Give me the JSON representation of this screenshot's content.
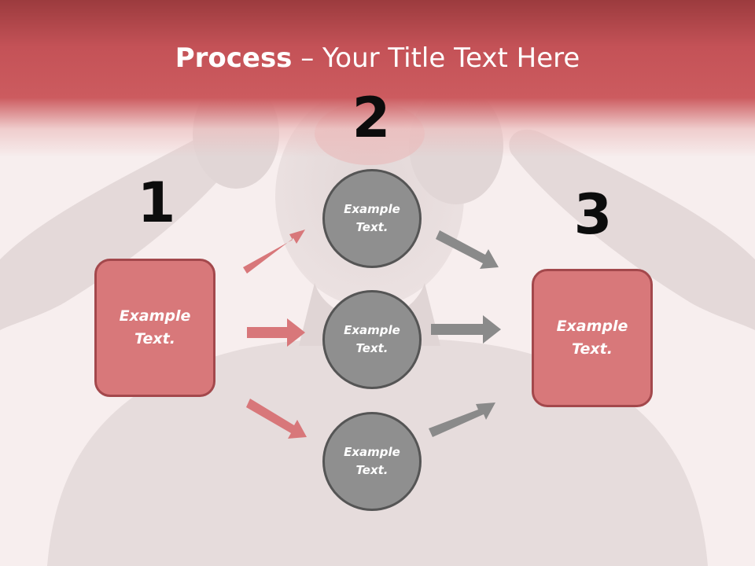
{
  "title": {
    "bold": "Process",
    "rest": " – Your Title Text Here"
  },
  "steps": [
    "1",
    "2",
    "3"
  ],
  "source_box": {
    "text": "Example\nText."
  },
  "target_box": {
    "text": "Example\nText."
  },
  "circles": [
    {
      "text": "Example\nText."
    },
    {
      "text": "Example\nText."
    },
    {
      "text": "Example\nText."
    }
  ],
  "colors": {
    "title_band": "#c45257",
    "box_fill": "#d8787a",
    "box_border": "#a3484c",
    "circle_fill": "#8f8f8f",
    "circle_border": "#555555",
    "arrow_red": "#d8777a",
    "arrow_gray": "#8a8a8a"
  }
}
